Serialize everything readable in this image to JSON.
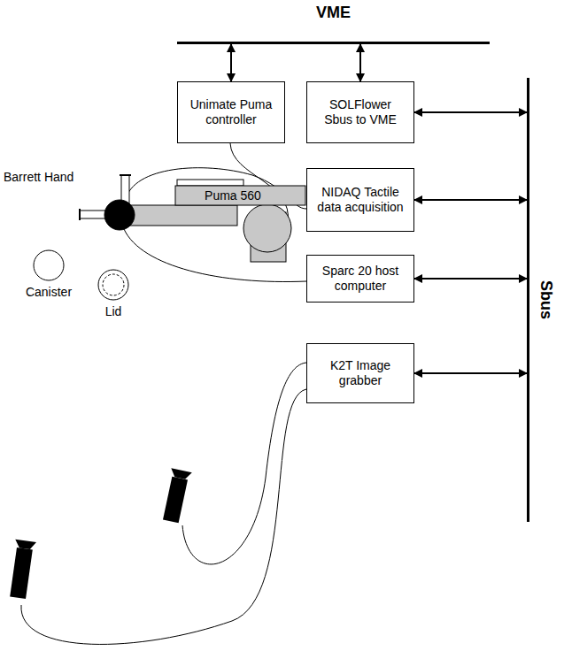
{
  "diagram": {
    "nodes": [
      {
        "text": [
          "VME"
        ]
      },
      {
        "text": [
          "Unimate Puma controller"
        ]
      },
      {
        "text": [
          "SOLFlower Sbus to VME"
        ]
      },
      {
        "text": [
          "Sbus"
        ]
      },
      {
        "text": [
          "NIDAQ Tactile data acquisition"
        ]
      },
      {
        "text": [
          "Sparc 20 host computer"
        ]
      },
      {
        "text": [
          "K2T Image grabber"
        ]
      }
    ],
    "edges": [
      {
        "from": 0,
        "to": 1,
        "arrow": "both"
      },
      {
        "from": 0,
        "to": 2,
        "arrow": "both"
      },
      {
        "from": 2,
        "to": 3,
        "arrow": "both"
      },
      {
        "from": 4,
        "to": 3,
        "arrow": "both"
      },
      {
        "from": 5,
        "to": 3,
        "arrow": "both"
      },
      {
        "from": 6,
        "to": 3,
        "arrow": "both"
      }
    ],
    "labels": [
      "Barrett Hand",
      "Puma 560",
      "Canister",
      "Lid"
    ]
  }
}
